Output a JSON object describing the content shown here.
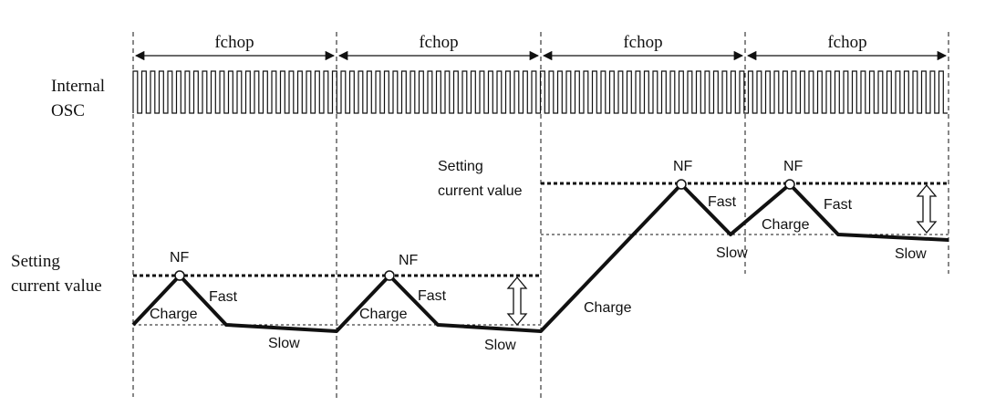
{
  "period_label": "fchop",
  "osc_label": [
    "Internal",
    "OSC"
  ],
  "setting_label_low": [
    "Setting",
    "current value"
  ],
  "setting_label_high": [
    "Setting",
    "current value"
  ],
  "phases": {
    "charge": "Charge",
    "fast": "Fast",
    "slow": "Slow",
    "nf": "NF"
  },
  "colors": {
    "line": "#111111",
    "background": "#ffffff"
  }
}
